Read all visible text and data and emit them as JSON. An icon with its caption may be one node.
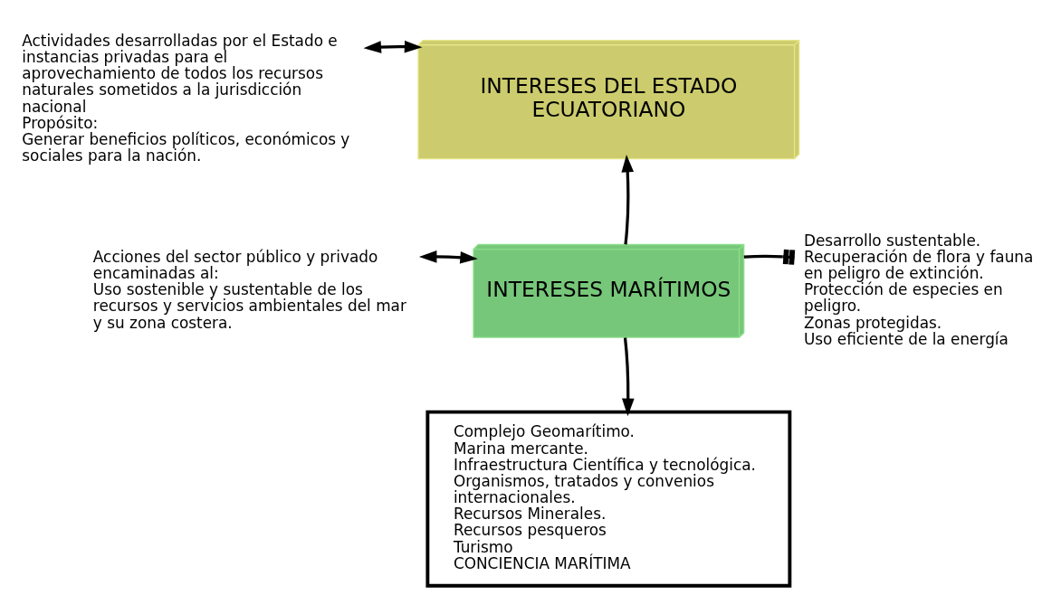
{
  "diagram": {
    "nodes": [
      {
        "text": [
          "Actividades desarrolladas por el Estado e instancias privadas para el aprovechamiento de todos los recursos naturales sometidos a la jurisdicción nacional",
          "Propósito:",
          "Generar beneficios políticos, económicos y sociales para la nación."
        ]
      },
      {
        "text": [
          "INTERESES DEL ESTADO ECUATORIANO"
        ]
      },
      {
        "text": [
          "Acciones del sector público y privado encaminadas al:",
          "Uso sostenible y sustentable de los recursos y servicios ambientales del mar y su zona costera."
        ]
      },
      {
        "text": [
          "INTERESES MARÍTIMOS"
        ]
      },
      {
        "text": [
          "Desarrollo sustentable.",
          "Recuperación de flora y fauna en peligro de extinción.",
          "Protección de especies en peligro.",
          "Zonas protegidas.",
          "Uso eficiente de la energía"
        ]
      },
      {
        "text": [
          "Complejo Geomarítimo.",
          "Marina mercante.",
          "Infraestructura Científica y tecnológica.",
          "Organismos, tratados y convenios internacionales.",
          "Recursos Minerales.",
          "Recursos pesqueros",
          "Turismo",
          "CONCIENCIA MARÍTIMA"
        ]
      }
    ],
    "edges": [
      {
        "from": 0,
        "to": 1,
        "arrow": "both"
      },
      {
        "from": 3,
        "to": 1,
        "arrow": "to"
      },
      {
        "from": 2,
        "to": 3,
        "arrow": "both"
      },
      {
        "from": 3,
        "to": 4,
        "arrow": "other"
      },
      {
        "from": 3,
        "to": 5,
        "arrow": "to"
      }
    ]
  }
}
